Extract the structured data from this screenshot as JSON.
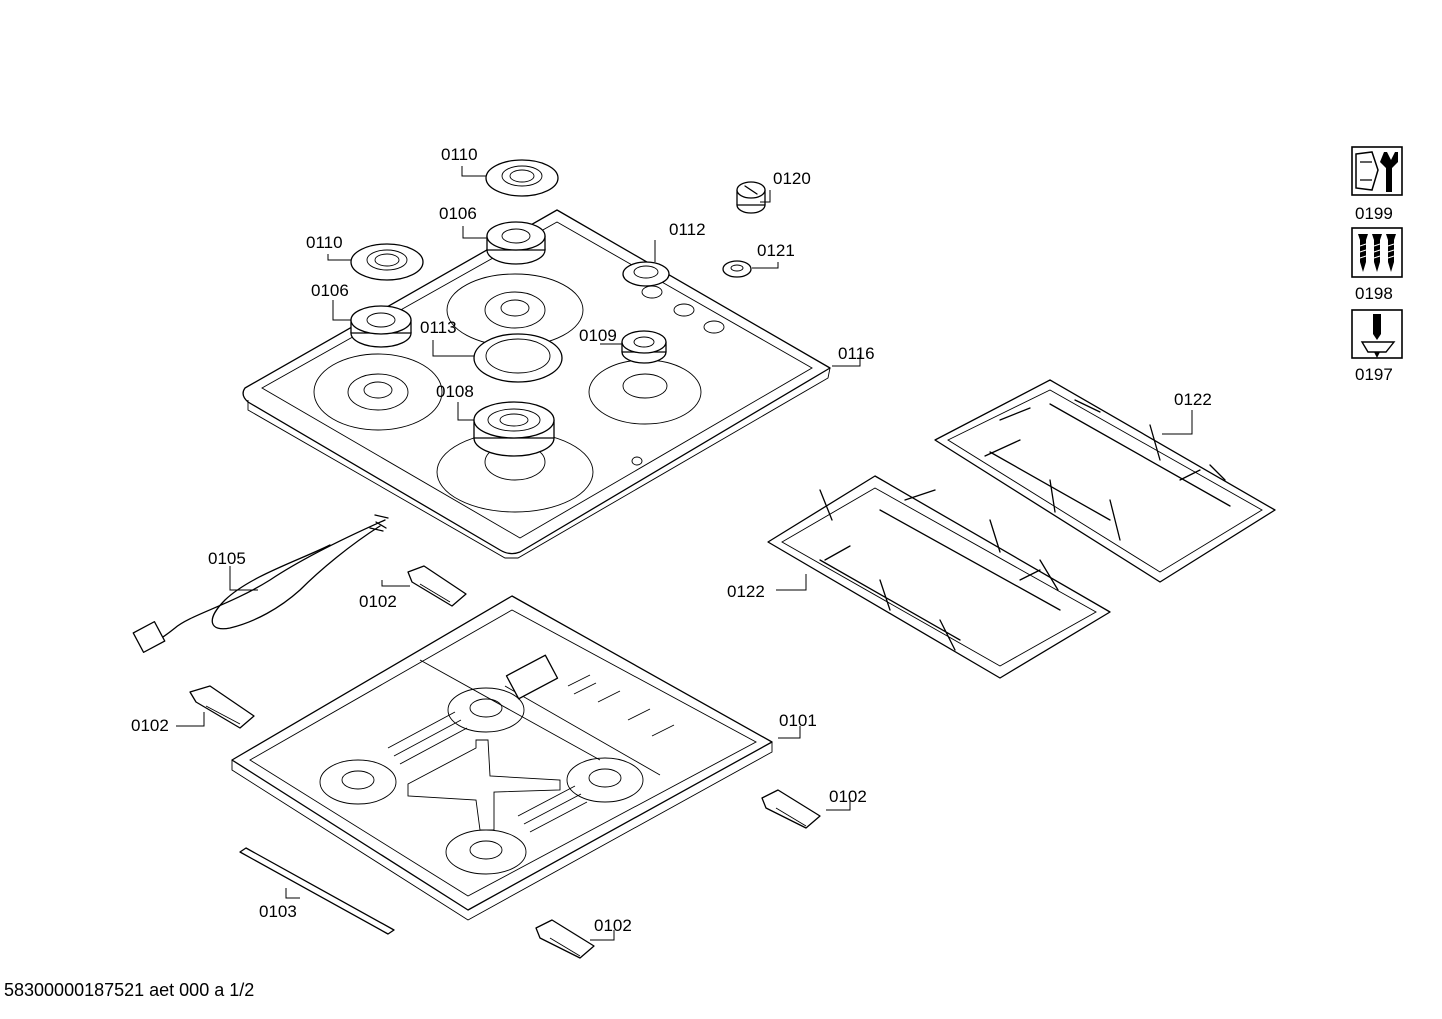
{
  "callouts": {
    "c0110a": "0110",
    "c0110b": "0110",
    "c0106a": "0106",
    "c0106b": "0106",
    "c0113": "0113",
    "c0108": "0108",
    "c0109": "0109",
    "c0112": "0112",
    "c0120": "0120",
    "c0121": "0121",
    "c0116": "0116",
    "c0122a": "0122",
    "c0122b": "0122",
    "c0105": "0105",
    "c0102a": "0102",
    "c0102b": "0102",
    "c0102c": "0102",
    "c0102d": "0102",
    "c0101": "0101",
    "c0103": "0103"
  },
  "accessory_icons": {
    "i0199": "0199",
    "i0198": "0198",
    "i0197": "0197"
  },
  "icons": {
    "i0199": "nut-wrench-icon",
    "i0198": "screws-icon",
    "i0197": "screwdriver-icon"
  },
  "footer": {
    "doc_id": "58300000187521 aet 000 a 1/2"
  }
}
